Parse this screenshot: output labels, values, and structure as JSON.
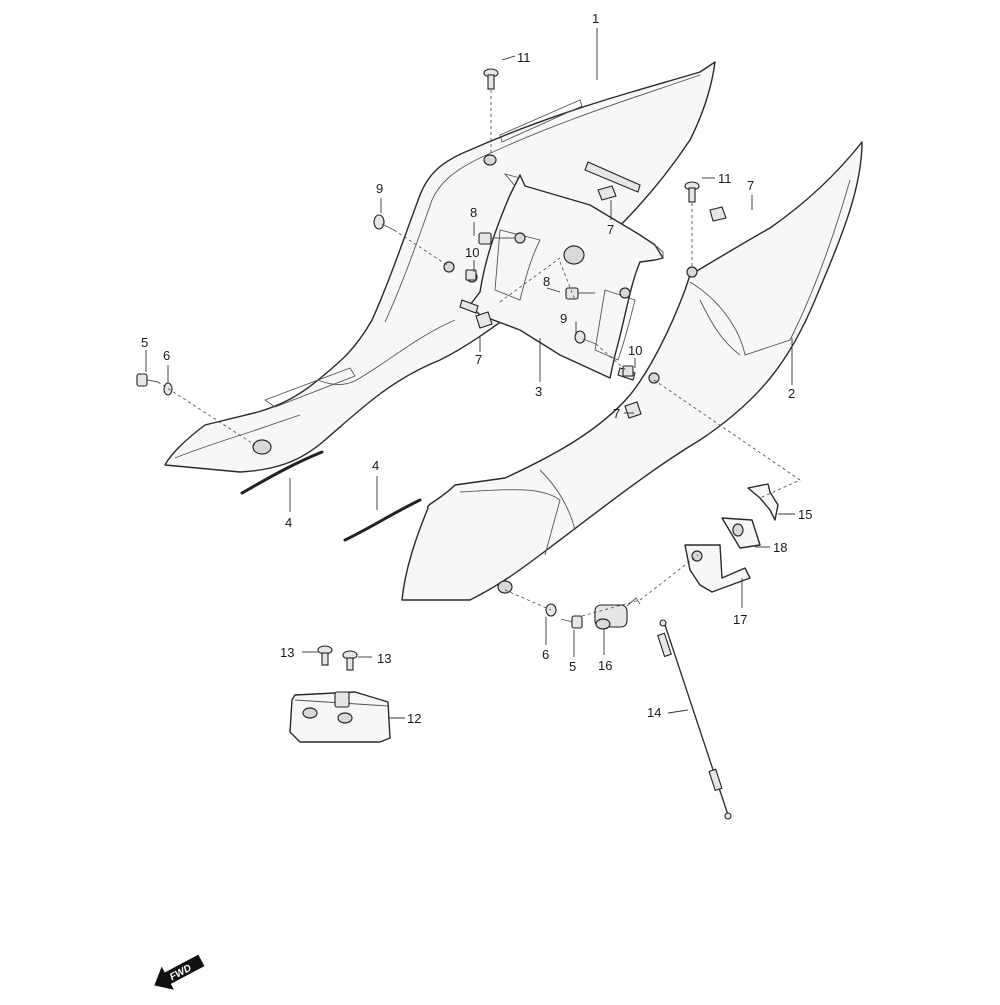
{
  "callouts": [
    {
      "id": "c1",
      "label": "1"
    },
    {
      "id": "c2",
      "label": "2"
    },
    {
      "id": "c3",
      "label": "3"
    },
    {
      "id": "c4a",
      "label": "4"
    },
    {
      "id": "c4b",
      "label": "4"
    },
    {
      "id": "c5a",
      "label": "5"
    },
    {
      "id": "c5b",
      "label": "5"
    },
    {
      "id": "c6a",
      "label": "6"
    },
    {
      "id": "c6b",
      "label": "6"
    },
    {
      "id": "c7a",
      "label": "7"
    },
    {
      "id": "c7b",
      "label": "7"
    },
    {
      "id": "c7c",
      "label": "7"
    },
    {
      "id": "c7d",
      "label": "7"
    },
    {
      "id": "c8a",
      "label": "8"
    },
    {
      "id": "c8b",
      "label": "8"
    },
    {
      "id": "c9a",
      "label": "9"
    },
    {
      "id": "c9b",
      "label": "9"
    },
    {
      "id": "c10a",
      "label": "10"
    },
    {
      "id": "c10b",
      "label": "10"
    },
    {
      "id": "c11a",
      "label": "11"
    },
    {
      "id": "c11b",
      "label": "11"
    },
    {
      "id": "c12",
      "label": "12"
    },
    {
      "id": "c13a",
      "label": "13"
    },
    {
      "id": "c13b",
      "label": "13"
    },
    {
      "id": "c14",
      "label": "14"
    },
    {
      "id": "c15",
      "label": "15"
    },
    {
      "id": "c16",
      "label": "16"
    },
    {
      "id": "c17",
      "label": "17"
    },
    {
      "id": "c18",
      "label": "18"
    }
  ],
  "direction_badge": {
    "label": "FWD"
  },
  "colors": {
    "line": "#2a2a2a",
    "fill": "#f7f7f7",
    "background": "#ffffff"
  }
}
